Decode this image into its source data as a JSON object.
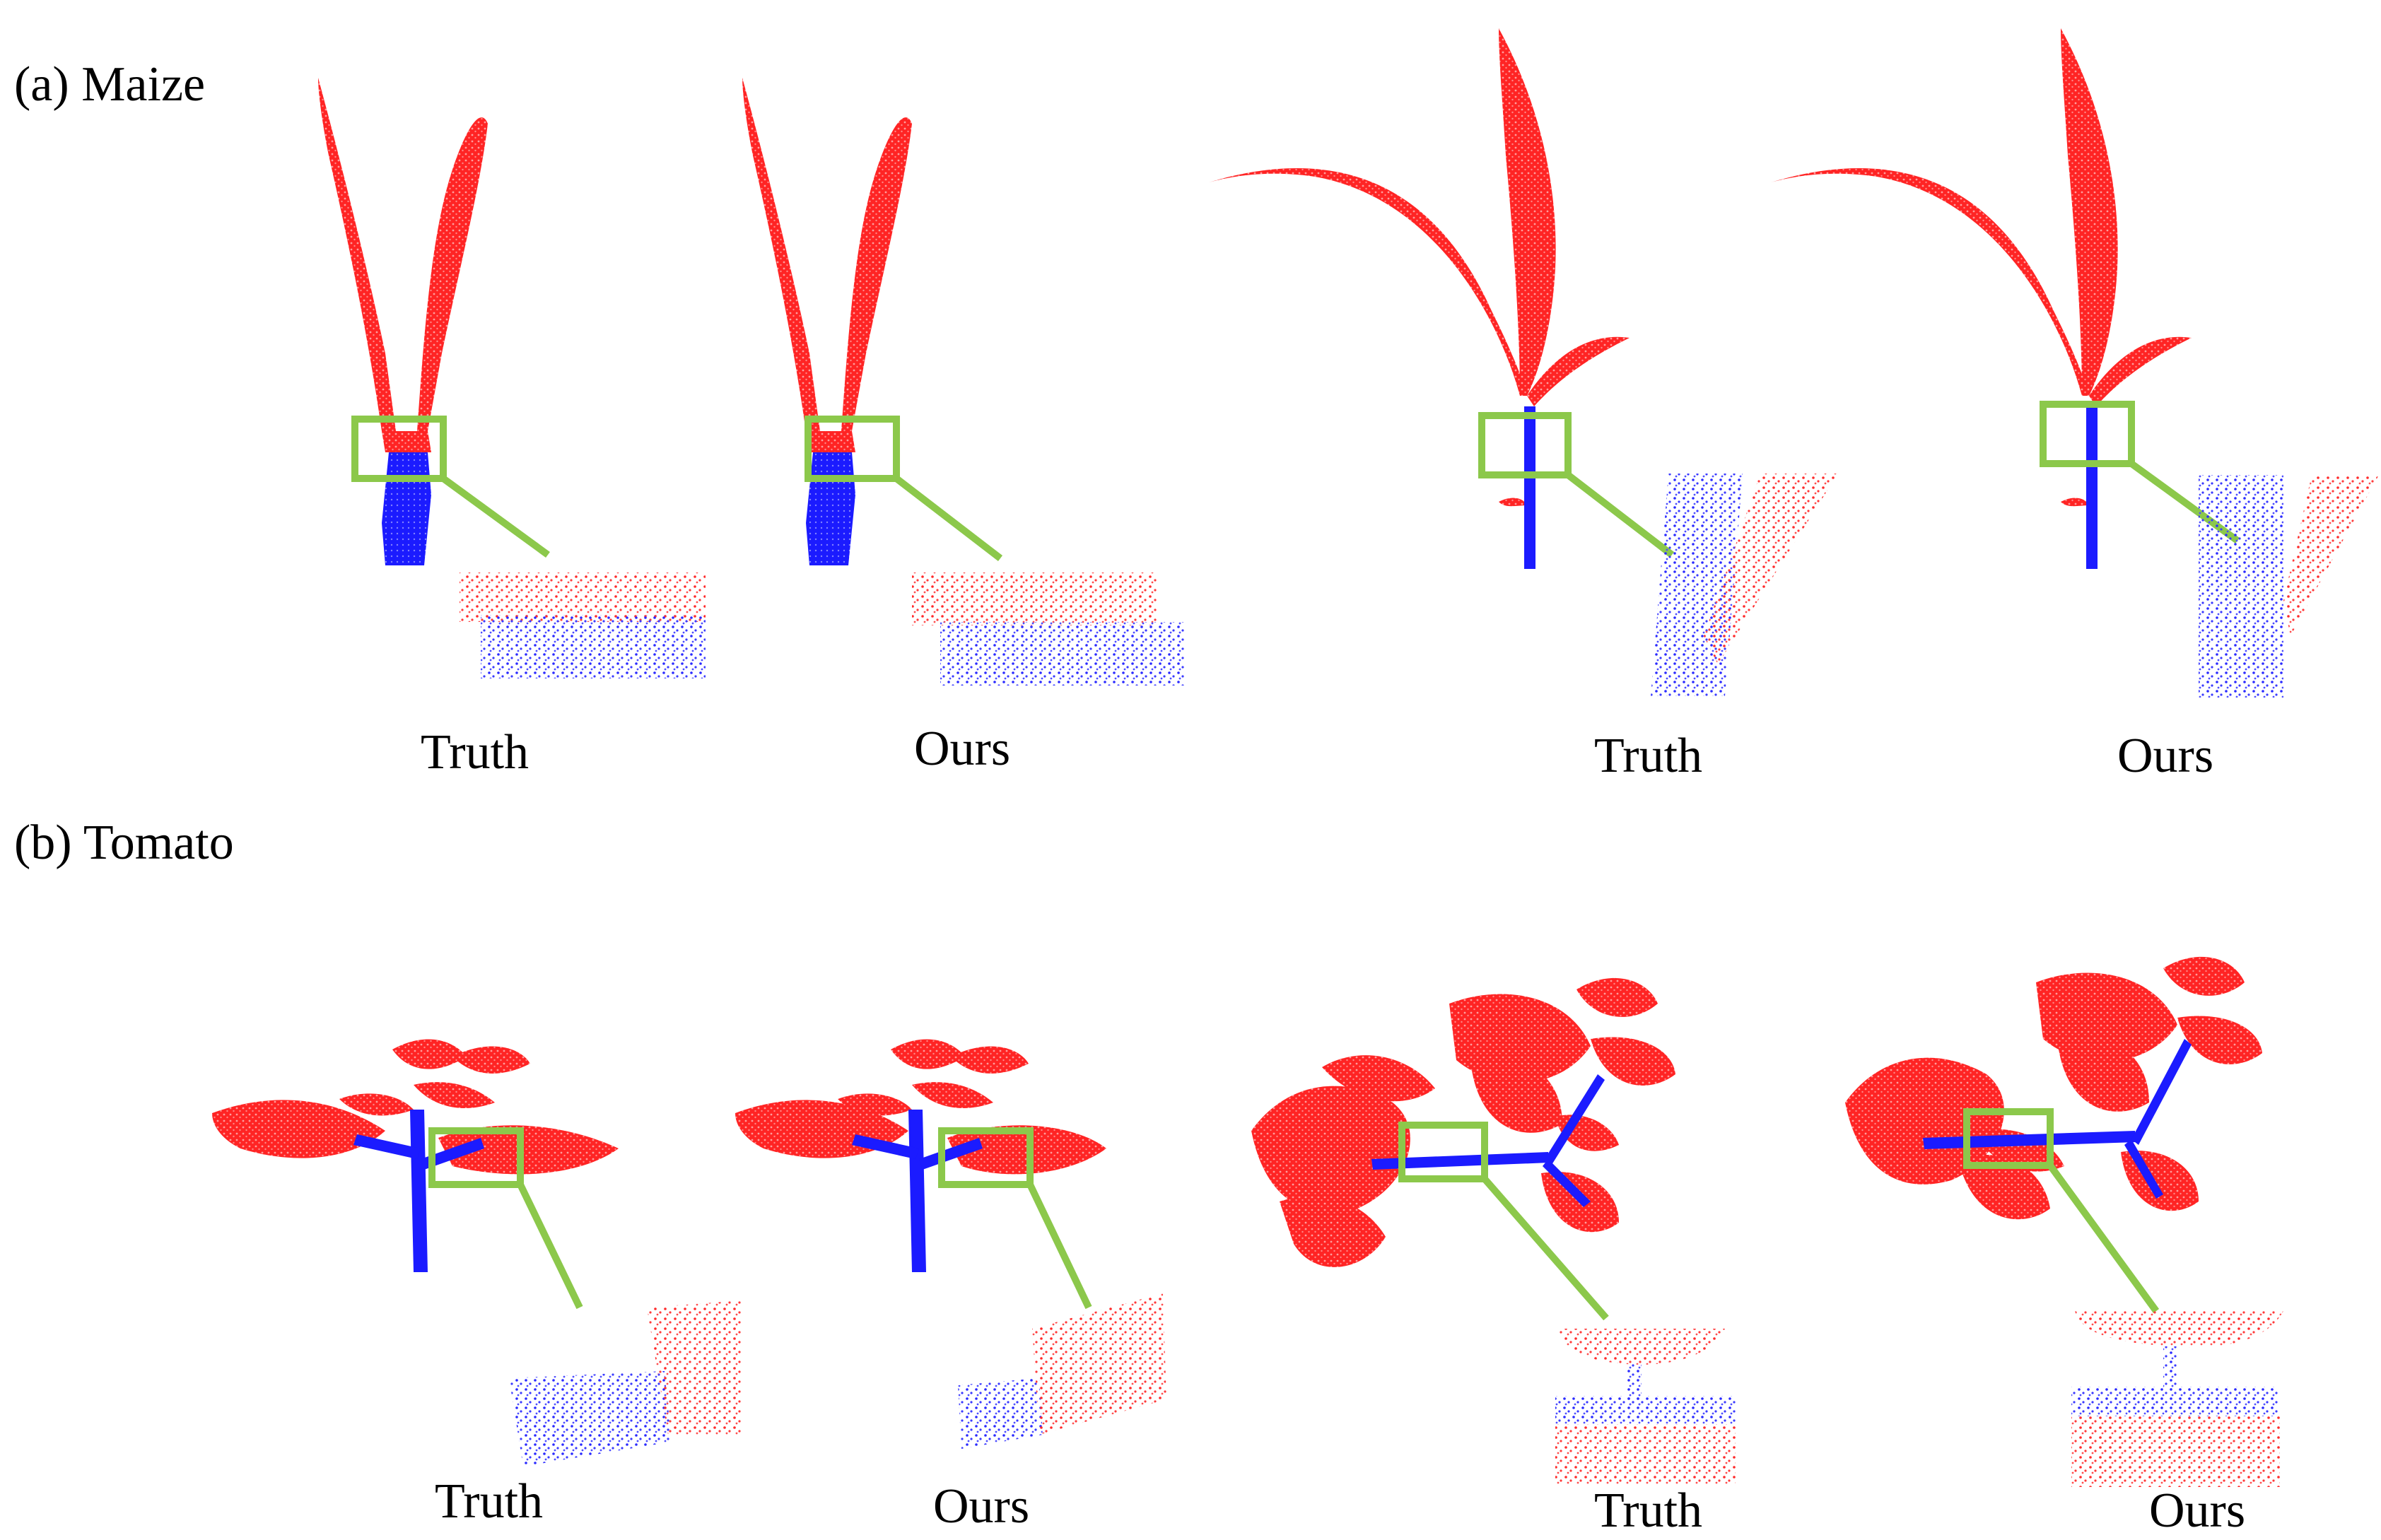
{
  "sections": [
    {
      "label": "(a) Maize",
      "panels": [
        {
          "caption": "Truth",
          "plant": "maize",
          "variant": "young",
          "zoom_content": "leaf-over-stem boundary"
        },
        {
          "caption": "Ours",
          "plant": "maize",
          "variant": "young",
          "zoom_content": "leaf-over-stem boundary"
        },
        {
          "caption": "Truth",
          "plant": "maize",
          "variant": "mature",
          "zoom_content": "stem beside leaf sheath"
        },
        {
          "caption": "Ours",
          "plant": "maize",
          "variant": "mature",
          "zoom_content": "stem beside leaf sheath"
        }
      ]
    },
    {
      "label": "(b) Tomato",
      "panels": [
        {
          "caption": "Truth",
          "plant": "tomato",
          "variant": "young",
          "zoom_content": "branch meeting leaf"
        },
        {
          "caption": "Ours",
          "plant": "tomato",
          "variant": "young",
          "zoom_content": "branch meeting leaf"
        },
        {
          "caption": "Truth",
          "plant": "tomato",
          "variant": "mature",
          "zoom_content": "horizontal branch between leaflets"
        },
        {
          "caption": "Ours",
          "plant": "tomato",
          "variant": "mature",
          "zoom_content": "horizontal branch between leaflets"
        }
      ]
    }
  ],
  "colors": {
    "leaf": "#ff1a1a",
    "stem": "#1a1aff",
    "zoom_box": "#8cc84b",
    "background": "#ffffff"
  }
}
